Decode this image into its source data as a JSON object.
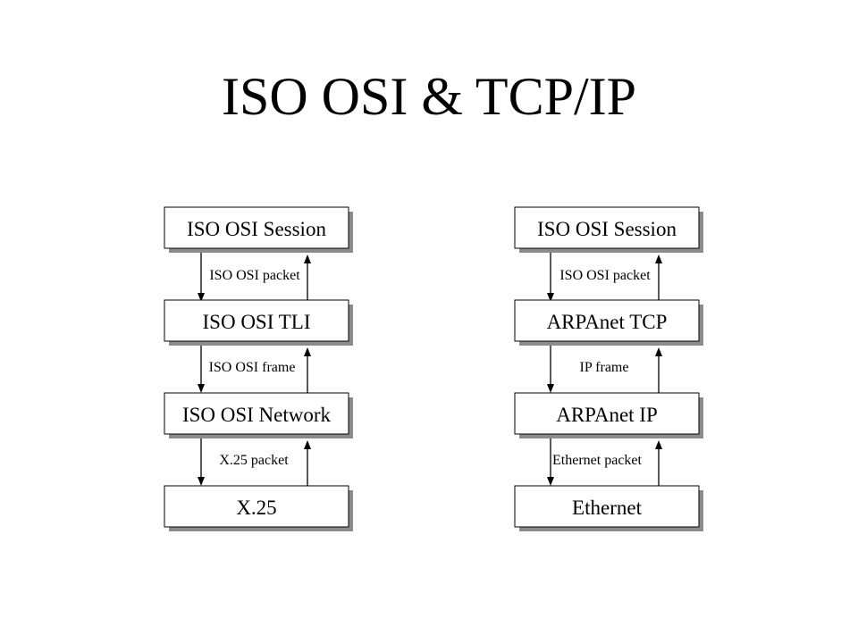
{
  "title": "ISO OSI & TCP/IP",
  "left_stack": {
    "layers": [
      "ISO OSI Session",
      "ISO OSI TLI",
      "ISO OSI Network",
      "X.25"
    ],
    "messages": [
      "ISO OSI packet",
      "ISO OSI frame",
      "X.25 packet"
    ]
  },
  "right_stack": {
    "layers": [
      "ISO OSI Session",
      "ARPAnet TCP",
      "ARPAnet IP",
      "Ethernet"
    ],
    "messages": [
      "ISO OSI packet",
      "IP frame",
      "Ethernet packet"
    ]
  }
}
